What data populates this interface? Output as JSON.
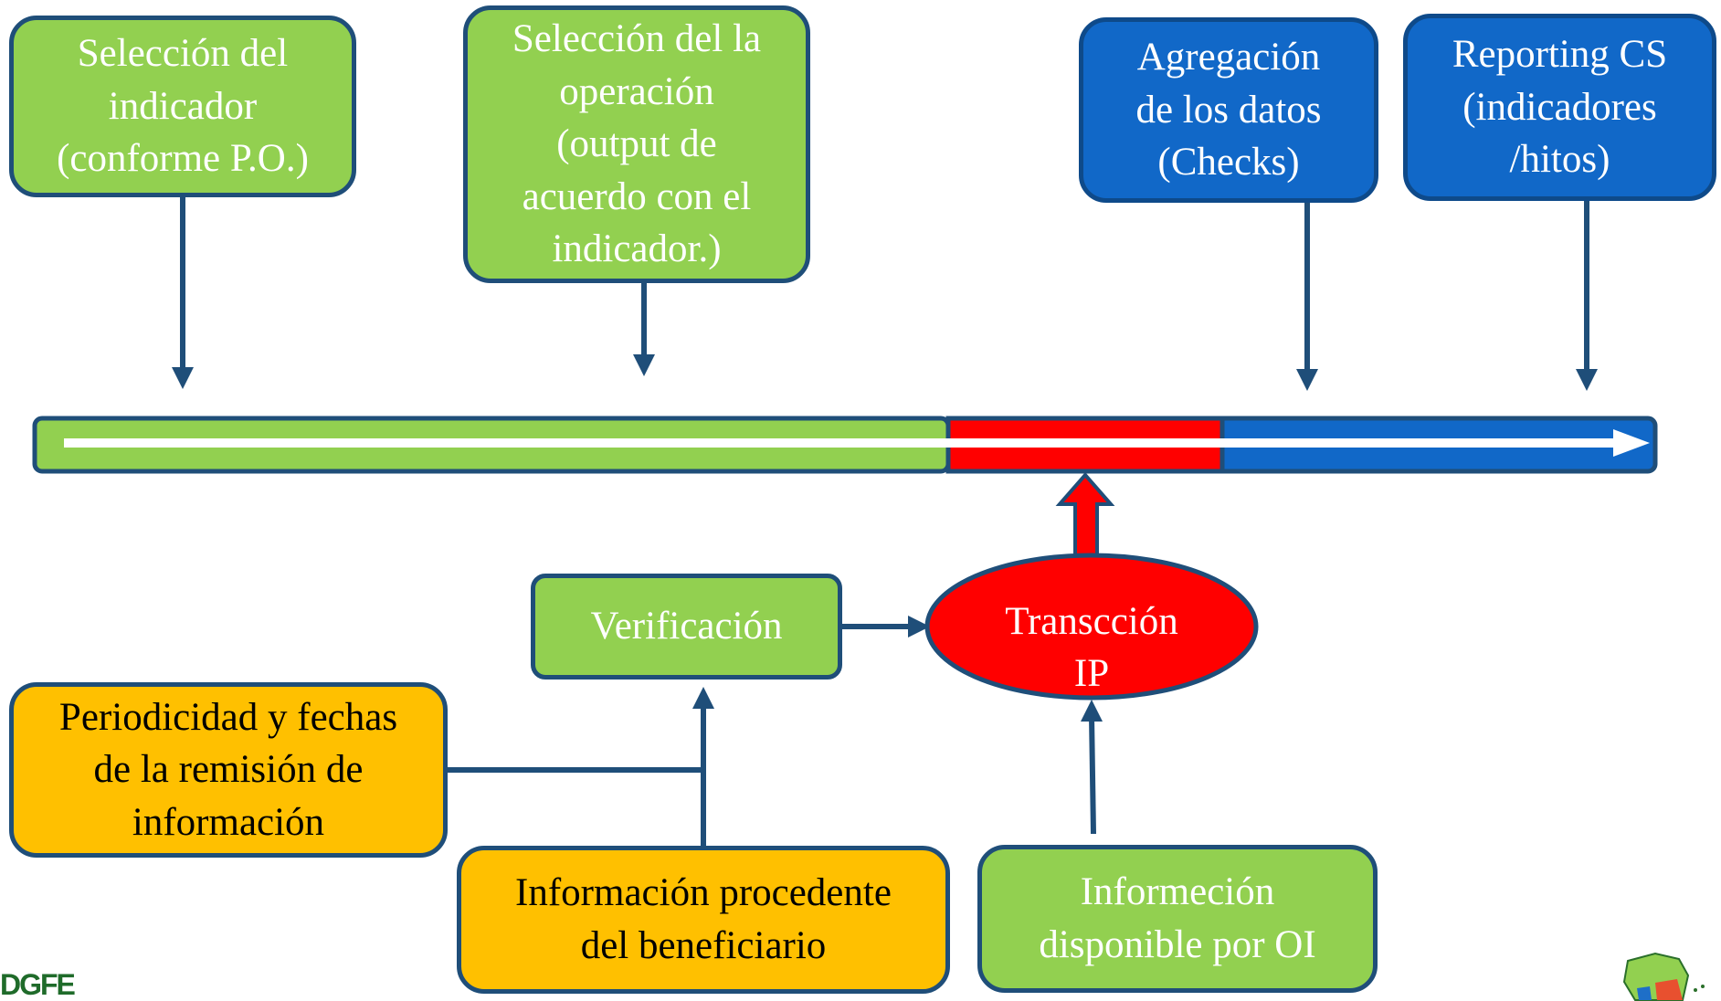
{
  "top_boxes": {
    "seleccion_indicador": "Selección del\nindicador\n(conforme P.O.)",
    "seleccion_operacion": "Selección del la\noperación\n(output de\nacuerdo con el\nindicador.)",
    "agregacion": "Agregación\nde los datos\n(Checks)",
    "reporting": "Reporting CS\n(indicadores\n/hitos)"
  },
  "middle": {
    "verificacion": "Verificación",
    "transaccion": "Transcción\nIP"
  },
  "bottom_boxes": {
    "periodicidad": "Periodicidad y fechas\nde la remisión de\ninformación",
    "informacion_beneficiario": "Información procedente\ndel beneficiario",
    "informacion_oi": "Informeción\ndisponible por OI"
  },
  "footer": {
    "logo_text": "DGFE"
  },
  "colors": {
    "green": "#92d050",
    "blue": "#1168c8",
    "orange": "#ffc000",
    "red": "#ff0000",
    "border": "#1f4e79"
  }
}
